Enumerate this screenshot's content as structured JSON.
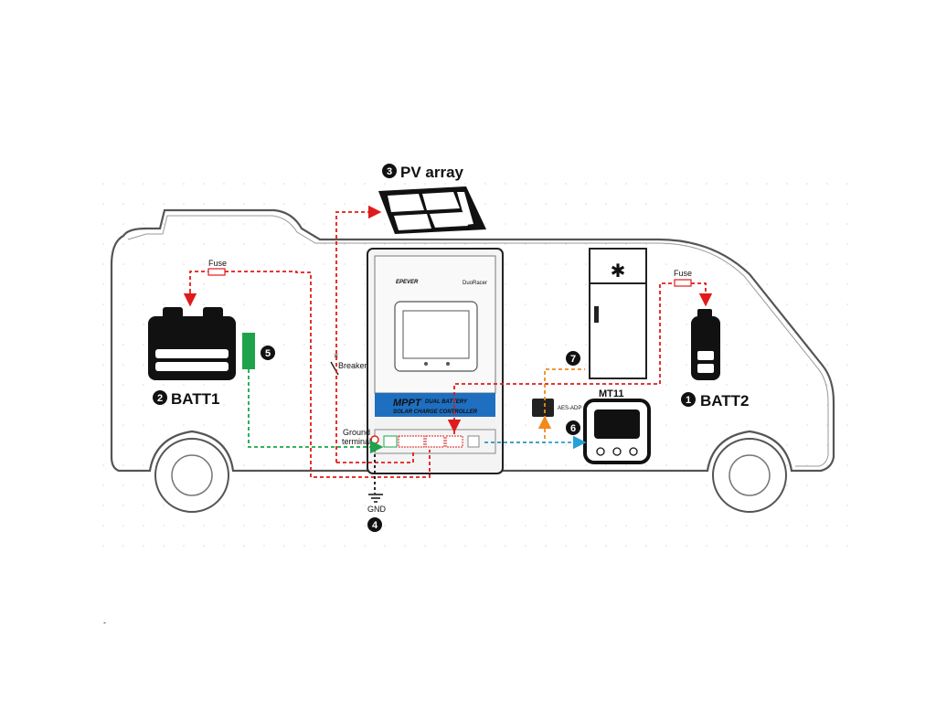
{
  "labels": {
    "pv_array": "PV array",
    "batt1": "BATT1",
    "batt2": "BATT2",
    "mt11": "MT11",
    "fuse_left": "Fuse",
    "fuse_right": "Fuse",
    "breaker": "Breaker",
    "ground_terminal_line1": "Ground",
    "ground_terminal_line2": "terminal",
    "gnd": "GND",
    "adapter": "AES-ADP",
    "brand": "EPEVER",
    "model_tag": "DuoRacer",
    "panel_title": "MPPT",
    "panel_sub1": "DUAL BATTERY",
    "panel_sub2": "SOLAR CHARGE CONTROLLER",
    "fridge_symbol": "✱"
  },
  "markers": {
    "m1": "1",
    "m2": "2",
    "m3": "3",
    "m4": "4",
    "m5": "5",
    "m6": "6",
    "m7": "7"
  },
  "colors": {
    "positive_wire": "#e01b1b",
    "ground_wire": "#111111",
    "battery_sense_wire": "#1fa34a",
    "adapter_wire": "#f08a1c",
    "display_wire": "#2a9fd6",
    "controller_blue": "#1e6fc0",
    "outline": "#333333"
  },
  "decoration_note": "",
  "footnote": "-"
}
